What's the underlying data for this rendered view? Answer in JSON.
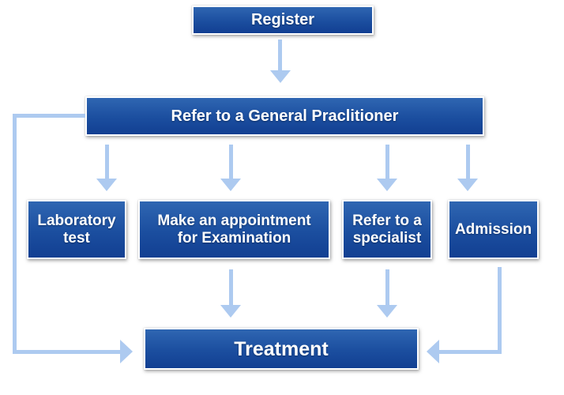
{
  "colors": {
    "box-top": "#2f66b2",
    "box-bottom": "#123f92",
    "box-border": "#ffffff",
    "arrow": "#adcaf0",
    "text": "#ffffff",
    "background": "#ffffff"
  },
  "nodes": {
    "register": "Register",
    "gp": "Refer to a General Praclitioner",
    "lab": "Laboratory test",
    "appt": "Make an appointment for Examination",
    "specialist": "Refer to a specialist",
    "admission": "Admission",
    "treatment": "Treatment"
  },
  "edges": [
    {
      "from": "Register",
      "to": "Refer to a General Praclitioner"
    },
    {
      "from": "Refer to a General Praclitioner",
      "to": "Laboratory test"
    },
    {
      "from": "Refer to a General Praclitioner",
      "to": "Make an appointment for Examination"
    },
    {
      "from": "Refer to a General Praclitioner",
      "to": "Refer to a specialist"
    },
    {
      "from": "Refer to a General Praclitioner",
      "to": "Admission"
    },
    {
      "from": "Refer to a General Praclitioner",
      "to": "Treatment"
    },
    {
      "from": "Make an appointment for Examination",
      "to": "Treatment"
    },
    {
      "from": "Refer to a specialist",
      "to": "Treatment"
    },
    {
      "from": "Admission",
      "to": "Treatment"
    }
  ]
}
